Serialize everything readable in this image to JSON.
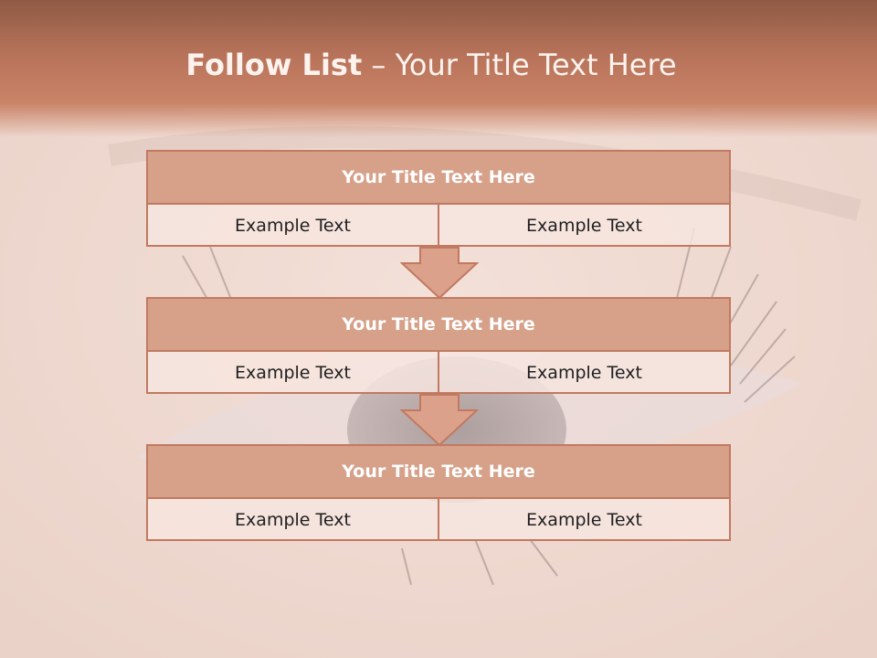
{
  "slide": {
    "title_bold": "Follow List",
    "title_rest": " – Your Title Text Here"
  },
  "steps": [
    {
      "title": "Your Title Text Here",
      "left": "Example Text",
      "right": "Example Text"
    },
    {
      "title": "Your Title Text Here",
      "left": "Example Text",
      "right": "Example Text"
    },
    {
      "title": "Your Title Text Here",
      "left": "Example Text",
      "right": "Example Text"
    }
  ],
  "colors": {
    "header": "#b7735a",
    "block_border": "#c17a61",
    "block_head": "#d6a089",
    "arrow_fill": "#dba18a"
  },
  "icons": {
    "connector": "down-arrow-icon"
  }
}
